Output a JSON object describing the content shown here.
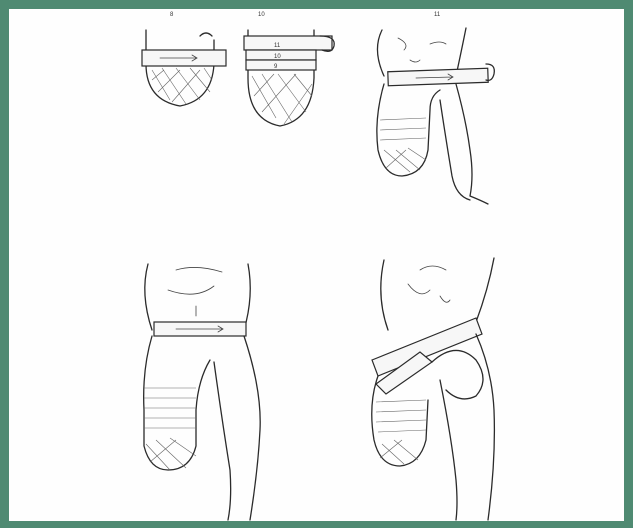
{
  "panels": [
    {
      "id": "stump-wrap-step-a",
      "label": "8"
    },
    {
      "id": "stump-wrap-step-b",
      "label": "10",
      "band_labels": [
        "11",
        "10",
        "9"
      ]
    },
    {
      "id": "hip-spica-front-short",
      "label": "11"
    },
    {
      "id": "hip-spica-front-long",
      "label": ""
    },
    {
      "id": "hip-spica-figure-eight",
      "label": ""
    }
  ],
  "colors": {
    "frame": "#4f8a72",
    "paper": "#fefefe",
    "ink": "#2b2b2b"
  }
}
